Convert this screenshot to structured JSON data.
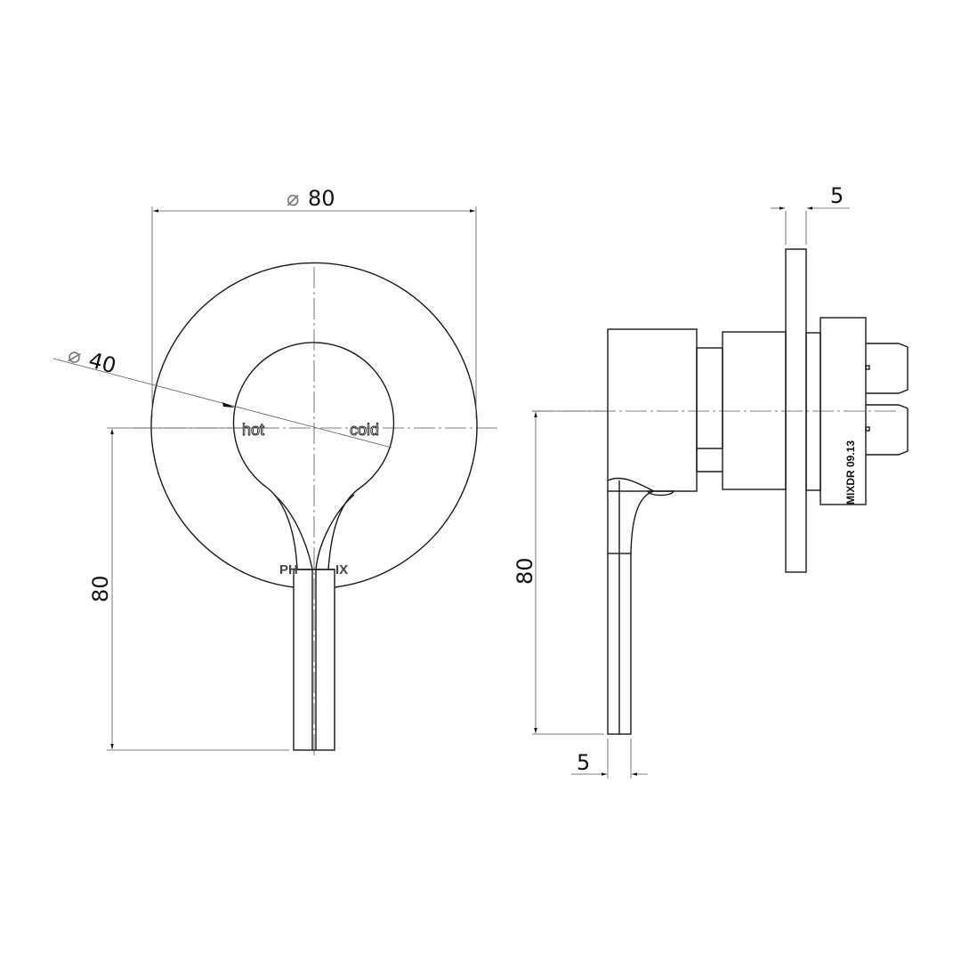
{
  "drawing": {
    "type": "technical-dimension-drawing",
    "subject": "wall mixer with round cover plate and lever handle",
    "front_view": {
      "cover_plate_diameter": {
        "symbol": "⌀",
        "value": "80"
      },
      "hub_diameter": {
        "symbol": "⌀",
        "value": "40"
      },
      "handle_height": {
        "value": "80"
      },
      "labels": {
        "hot": "hot",
        "cold": "cold",
        "brand_left": "PH",
        "brand_right": "IX"
      }
    },
    "side_view": {
      "plate_thickness": {
        "value": "5"
      },
      "handle_thickness": {
        "value": "5"
      },
      "handle_height": {
        "value": "80"
      },
      "body_code": "MIXDR 09.13"
    }
  }
}
